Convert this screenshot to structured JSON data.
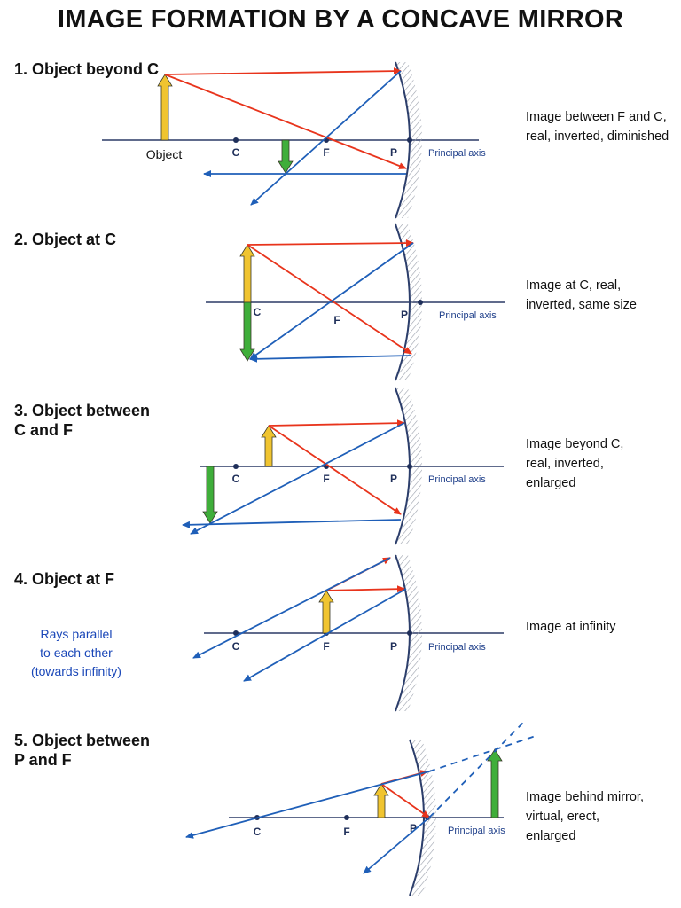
{
  "title": "IMAGE FORMATION BY A CONCAVE MIRROR",
  "labels": {
    "C": "C",
    "F": "F",
    "P": "P",
    "principal_axis": "Principal axis",
    "object": "Object"
  },
  "colors": {
    "incident_ray": "#e8341c",
    "reflected_ray": "#1f5fb8",
    "object": "#f0c430",
    "image": "#3fae3a",
    "axis": "#2b3a67",
    "mirror": "#2c3e6b"
  },
  "cases": [
    {
      "title_lines": [
        "1. Object beyond C"
      ],
      "description_lines": [
        "Image between F and C,",
        "real, inverted, diminished"
      ]
    },
    {
      "title_lines": [
        "2. Object at C"
      ],
      "description_lines": [
        "Image at C, real,",
        "inverted, same size"
      ]
    },
    {
      "title_lines": [
        "3. Object between",
        "C and F"
      ],
      "description_lines": [
        "Image beyond C,",
        "real, inverted,",
        "enlarged"
      ]
    },
    {
      "title_lines": [
        "4. Object at F"
      ],
      "description_lines": [
        "Image at infinity"
      ],
      "note_lines": [
        "Rays parallel",
        "to each other",
        "(towards infinity)"
      ]
    },
    {
      "title_lines": [
        "5. Object between",
        "P and F"
      ],
      "description_lines": [
        "Image behind mirror,",
        "virtual, erect,",
        "enlarged"
      ]
    }
  ]
}
